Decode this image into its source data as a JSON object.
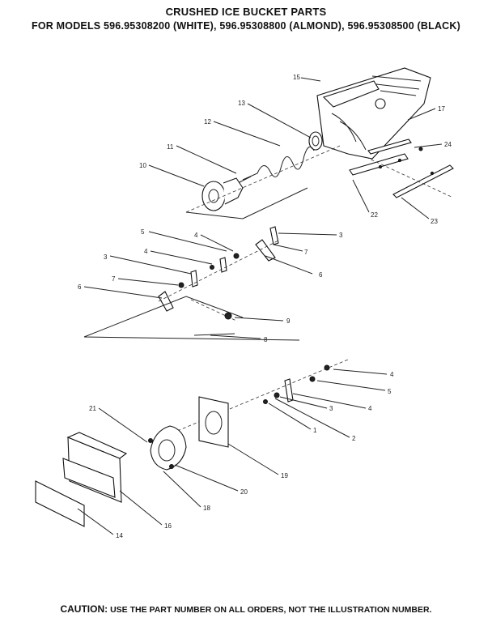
{
  "title": "CRUSHED ICE BUCKET PARTS",
  "subtitle": "FOR MODELS 596.95308200 (WHITE), 596.95308800 (ALMOND), 596.95308500 (BLACK)",
  "caution": {
    "label": "CAUTION:",
    "text": "USE THE PART NUMBER ON ALL ORDERS, NOT THE ILLUSTRATION NUMBER."
  },
  "callouts": {
    "n15": "15",
    "n13": "13",
    "n12": "12",
    "n11": "11",
    "n10": "10",
    "n17": "17",
    "n24": "24",
    "n22": "22",
    "n23": "23",
    "m5a": "5",
    "m4a": "4",
    "m3a": "3",
    "m7a": "7",
    "m6a": "6",
    "m3b": "3",
    "m4b": "4",
    "m7b": "7",
    "m6b": "6",
    "m9": "9",
    "m8": "8",
    "l4a": "4",
    "l5": "5",
    "l4b": "4",
    "l3": "3",
    "l1": "1",
    "l2": "2",
    "l21": "21",
    "l19": "19",
    "l18": "18",
    "l20": "20",
    "l16": "16",
    "l14": "14"
  }
}
